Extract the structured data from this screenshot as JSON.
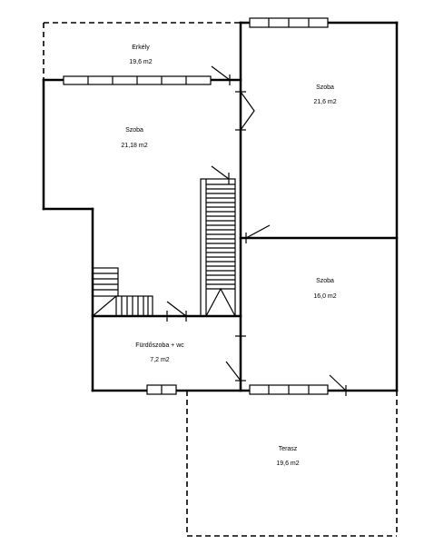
{
  "rooms": {
    "erkely": {
      "name": "Erkély",
      "area": "19,6 m2"
    },
    "szoba_left": {
      "name": "Szoba",
      "area": "21,18 m2"
    },
    "szoba_top_right": {
      "name": "Szoba",
      "area": "21,6 m2"
    },
    "szoba_mid_right": {
      "name": "Szoba",
      "area": "16,0 m2"
    },
    "furdo": {
      "name": "Fürdőszoba + wc",
      "area": "7,2 m2"
    },
    "terasz": {
      "name": "Terasz",
      "area": "19,6 m2"
    }
  }
}
